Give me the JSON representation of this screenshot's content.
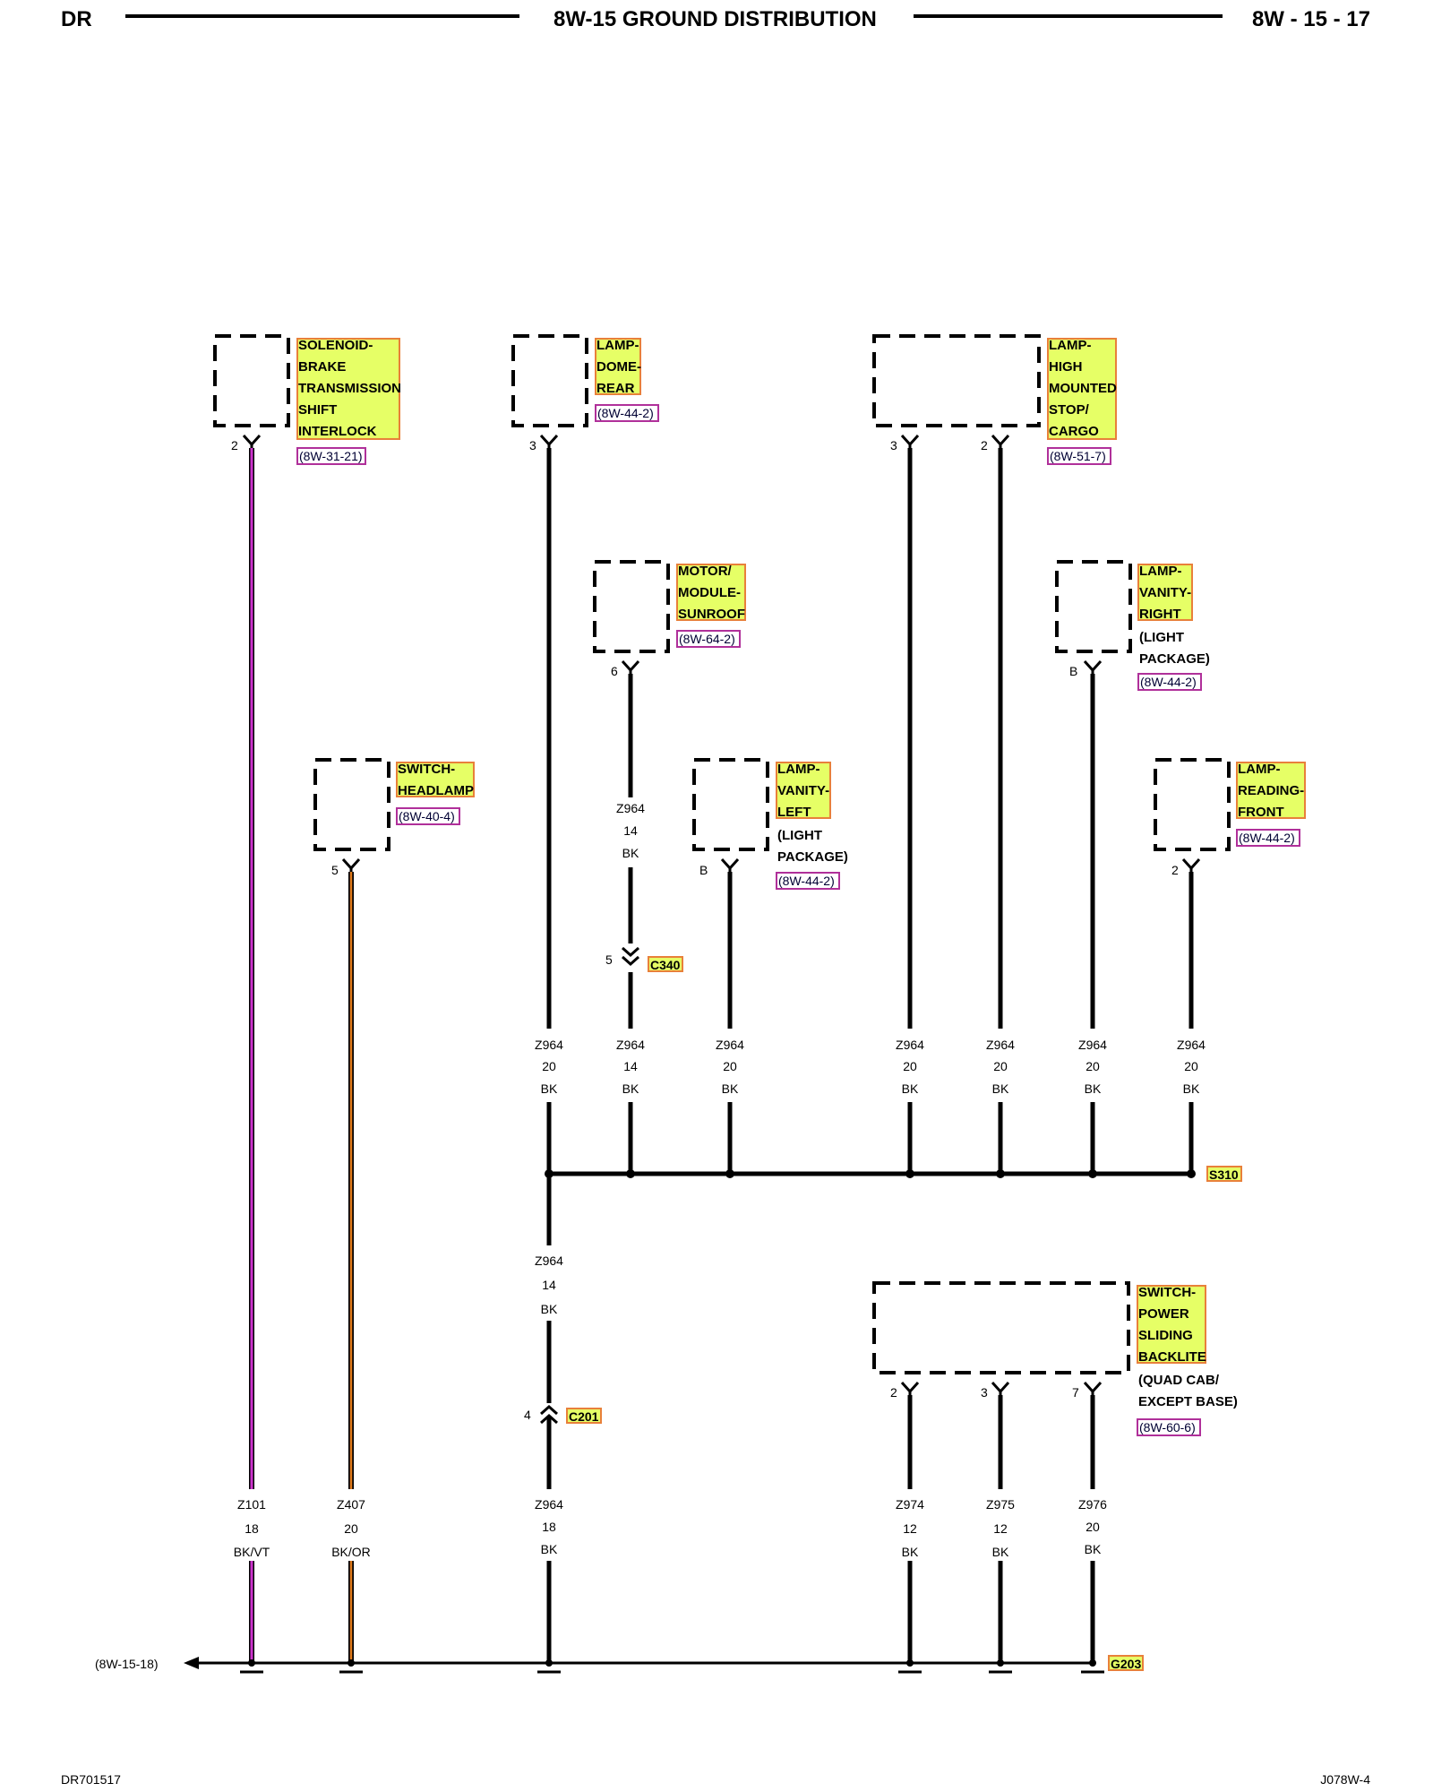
{
  "header": {
    "left": "DR",
    "title": "8W-15 GROUND DISTRIBUTION",
    "page": "8W - 15 - 17"
  },
  "footer": {
    "left": "DR701517",
    "right": "J078W-4"
  },
  "colors": {
    "label_fill": "#e6ff66",
    "label_border": "#e8803a",
    "ref_border": "#b0309a",
    "wire_violet": "#cc33cc",
    "wire_orange": "#e07a1a"
  },
  "components": {
    "solenoid": {
      "lines": [
        "SOLENOID-",
        "BRAKE",
        "TRANSMISSION",
        "SHIFT",
        "INTERLOCK"
      ],
      "ref": "(8W-31-21)",
      "pin": "2"
    },
    "dome": {
      "lines": [
        "LAMP-",
        "DOME-",
        "REAR"
      ],
      "ref": "(8W-44-2)",
      "pin": "3"
    },
    "chmsl": {
      "lines": [
        "LAMP-",
        "HIGH",
        "MOUNTED",
        "STOP/",
        "CARGO"
      ],
      "ref": "(8W-51-7)",
      "pins": [
        "3",
        "2"
      ]
    },
    "sunroof": {
      "lines": [
        "MOTOR/",
        "MODULE-",
        "SUNROOF"
      ],
      "ref": "(8W-64-2)",
      "pin": "6"
    },
    "vanity_right": {
      "lines": [
        "LAMP-",
        "VANITY-",
        "RIGHT"
      ],
      "extra": [
        "(LIGHT",
        "PACKAGE)"
      ],
      "ref": "(8W-44-2)",
      "pin": "B"
    },
    "headlamp": {
      "lines": [
        "SWITCH-",
        "HEADLAMP"
      ],
      "ref": "(8W-40-4)",
      "pin": "5"
    },
    "vanity_left": {
      "lines": [
        "LAMP-",
        "VANITY-",
        "LEFT"
      ],
      "extra": [
        "(LIGHT",
        "PACKAGE)"
      ],
      "ref": "(8W-44-2)",
      "pin": "B"
    },
    "reading": {
      "lines": [
        "LAMP-",
        "READING-",
        "FRONT"
      ],
      "ref": "(8W-44-2)",
      "pin": "2"
    },
    "backlite": {
      "lines": [
        "SWITCH-",
        "POWER",
        "SLIDING",
        "BACKLITE"
      ],
      "extra": [
        "(QUAD CAB/",
        "EXCEPT BASE)"
      ],
      "ref": "(8W-60-6)",
      "pins": [
        "2",
        "3",
        "7"
      ]
    }
  },
  "connectors": {
    "c340": {
      "name": "C340",
      "pin": "5"
    },
    "c201": {
      "name": "C201",
      "pin": "4"
    },
    "s310": {
      "name": "S310"
    },
    "g203": {
      "name": "G203"
    }
  },
  "offpage_ref": "(8W-15-18)",
  "wires": {
    "sunroof_upper": [
      "Z964",
      "14",
      "BK"
    ],
    "s310_dome": [
      "Z964",
      "20",
      "BK"
    ],
    "s310_sunroof": [
      "Z964",
      "14",
      "BK"
    ],
    "s310_vanity_left": [
      "Z964",
      "20",
      "BK"
    ],
    "s310_chmsl3": [
      "Z964",
      "20",
      "BK"
    ],
    "s310_chmsl2": [
      "Z964",
      "20",
      "BK"
    ],
    "s310_vanity_right": [
      "Z964",
      "20",
      "BK"
    ],
    "s310_reading": [
      "Z964",
      "20",
      "BK"
    ],
    "trunk_upper": [
      "Z964",
      "14",
      "BK"
    ],
    "trunk_lower": [
      "Z964",
      "18",
      "BK"
    ],
    "solenoid": [
      "Z101",
      "18",
      "BK/VT"
    ],
    "headlamp": [
      "Z407",
      "20",
      "BK/OR"
    ],
    "backlite2": [
      "Z974",
      "12",
      "BK"
    ],
    "backlite3": [
      "Z975",
      "12",
      "BK"
    ],
    "backlite7": [
      "Z976",
      "20",
      "BK"
    ]
  }
}
